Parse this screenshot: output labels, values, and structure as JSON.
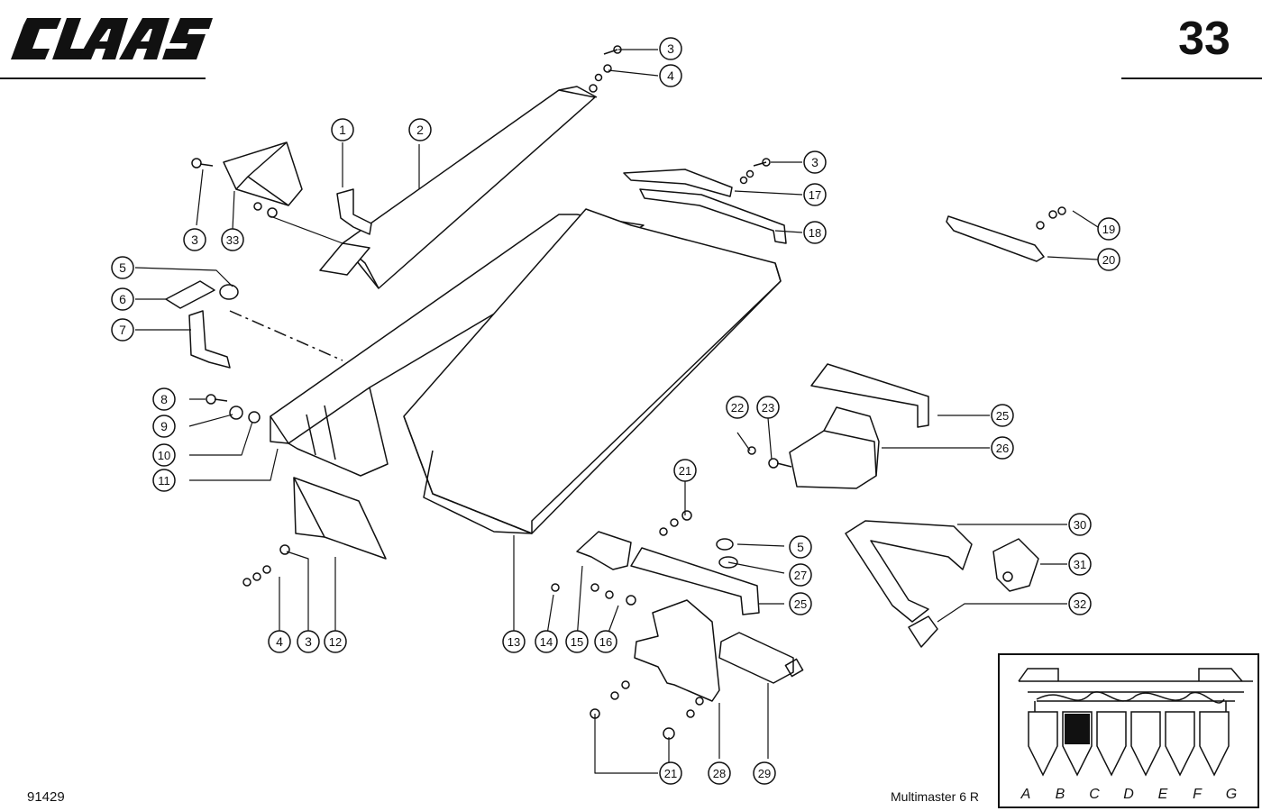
{
  "header": {
    "brand": "CLAAS",
    "page_number": "33"
  },
  "footer": {
    "drawing_number": "91429",
    "model": "Multimaster 6 R"
  },
  "callouts": [
    "1",
    "2",
    "3",
    "3",
    "3",
    "3",
    "4",
    "4",
    "5",
    "5",
    "6",
    "7",
    "8",
    "9",
    "10",
    "11",
    "12",
    "13",
    "14",
    "15",
    "16",
    "17",
    "18",
    "19",
    "20",
    "21",
    "21",
    "22",
    "23",
    "25",
    "25",
    "26",
    "27",
    "28",
    "29",
    "30",
    "31",
    "32",
    "33"
  ],
  "locator": {
    "columns": [
      "A",
      "B",
      "C",
      "D",
      "E",
      "F",
      "G"
    ],
    "highlighted": "B",
    "highlight_color": "#111111"
  }
}
